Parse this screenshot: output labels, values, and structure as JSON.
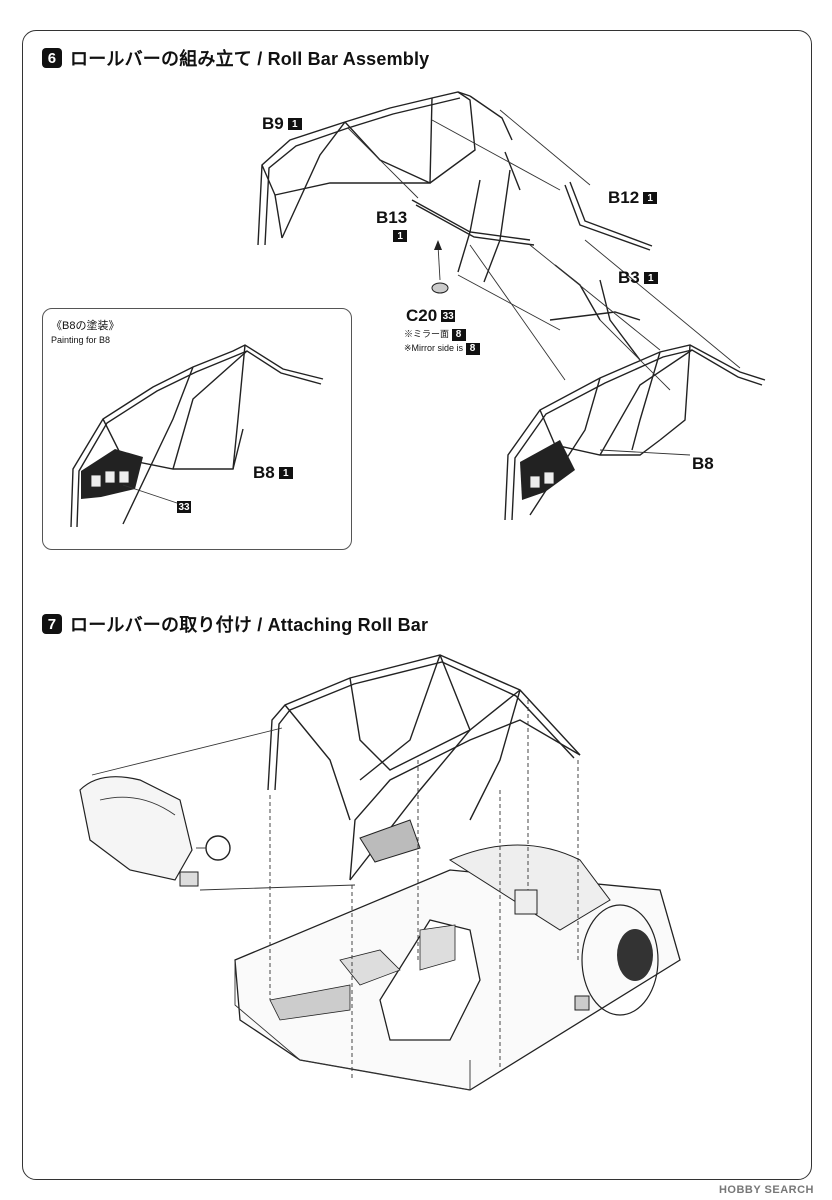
{
  "step6": {
    "number": "6",
    "title": "ロールバーの組み立て / Roll Bar Assembly"
  },
  "step7": {
    "number": "7",
    "title": "ロールバーの取り付け / Attaching Roll Bar"
  },
  "parts": {
    "b9": {
      "name": "B9",
      "box": "1"
    },
    "b13": {
      "name": "B13",
      "box": "1"
    },
    "b12": {
      "name": "B12",
      "box": "1"
    },
    "b3": {
      "name": "B3",
      "box": "1"
    },
    "c20": {
      "name": "C20",
      "box": "33"
    },
    "b8": {
      "name": "B8"
    }
  },
  "c20_notes": {
    "jp_prefix": "※ミラー面",
    "jp_box": "8",
    "en_prefix": "※Mirror side is",
    "en_box": "8"
  },
  "inset": {
    "title": "《B8の塗装》",
    "subtitle": "Painting for B8",
    "part_label": "B8",
    "part_box": "1",
    "color_box": "33"
  },
  "watermark": "HOBBY SEARCH",
  "icons": [
    "roll-bar-icon",
    "chassis-icon",
    "seat-icon",
    "steering-wheel-icon",
    "dashboard-icon"
  ]
}
